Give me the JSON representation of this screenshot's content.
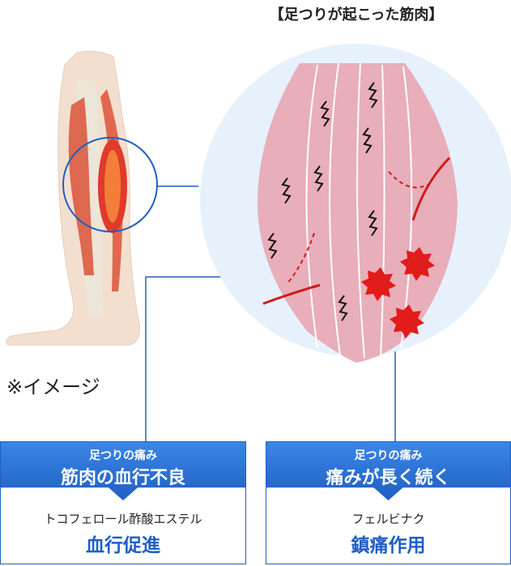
{
  "title": "【足つりが起こった筋肉】",
  "caption": "※イメージ",
  "left_box": {
    "small": "足つりの痛み",
    "big": "筋肉の血行不良",
    "sub": "トコフェロール酢酸エステル",
    "result": "血行促進"
  },
  "right_box": {
    "small": "足つりの痛み",
    "big": "痛みが長く続く",
    "sub": "フェルビナク",
    "result": "鎮痛作用"
  },
  "colors": {
    "blue": "#1e5fc2",
    "muscle": "#e8a6b2",
    "red": "#e21b1b",
    "bubble": "#e6f1fb"
  }
}
